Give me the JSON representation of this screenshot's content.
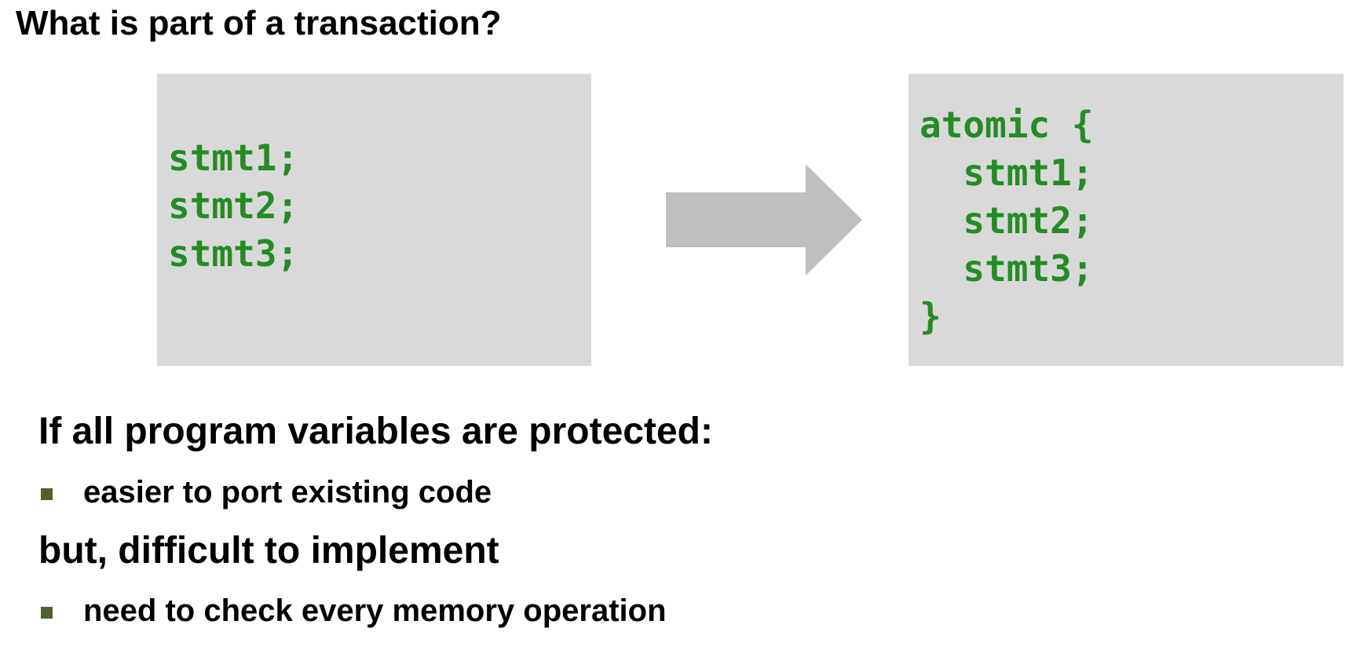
{
  "slide": {
    "title": "What is part of a transaction?"
  },
  "left_code": {
    "lines": [
      "stmt1;",
      "stmt2;",
      "stmt3;"
    ]
  },
  "right_code": {
    "lines": [
      "atomic {",
      "  stmt1;",
      "  stmt2;",
      "  stmt3;",
      "}"
    ]
  },
  "body": {
    "heading1": "If all program variables are protected:",
    "bullet1": "easier to port existing code",
    "heading2": "but, difficult to implement",
    "bullet2": "need to check every memory operation"
  },
  "colors": {
    "code_text": "#258b25",
    "code_box_bg": "#d9d9d9",
    "arrow": "#bfbfbf",
    "bullet": "#4f6228"
  },
  "icons": {
    "arrow": "right-arrow-icon",
    "bullet": "square-bullet-icon"
  }
}
